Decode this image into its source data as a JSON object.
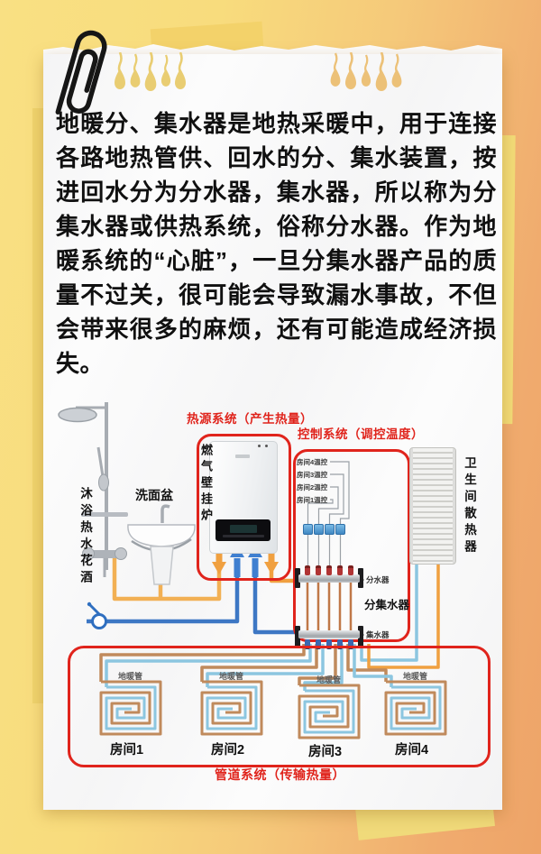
{
  "article": {
    "body": "地暖分、集水器是地热采暖中，用于连接各路地热管供、回水的分、集水装置，按进回水分为分水器，集水器，所以称为分集水器或供热系统，俗称分水器。作为地暖系统的“心脏”，一旦分集水器产品的质量不过关，很可能会导致漏水事故，不但会带来很多的麻烦，还有可能造成经济损失。"
  },
  "diagram": {
    "systems": {
      "heat_source": "热源系统（产生热量）",
      "control": "控制系统（调控温度）",
      "piping": "管道系统（传输热量）"
    },
    "equipment": {
      "shower": "沐浴热水花酒",
      "sink": "洗面盆",
      "boiler": "燃气壁挂炉",
      "radiator": "卫生间散热器",
      "manifold": "分集水器",
      "distributor": "分水器",
      "collector": "集水器",
      "floor_pipe": "地暖管"
    },
    "thermostats": [
      "房间4温控",
      "房间3温控",
      "房间2温控",
      "房间1温控"
    ],
    "rooms": [
      "房间1",
      "房间2",
      "房间3",
      "房间4"
    ],
    "colors": {
      "frame_red": "#e0241c",
      "hot_supply_pipe": "#f0a040",
      "domestic_hot_pipe": "#f2b054",
      "cold_water_pipe": "#3d77c4",
      "loop_supply_pipe": "#c08a5c",
      "loop_return_pipe": "#8cc6e0"
    }
  }
}
